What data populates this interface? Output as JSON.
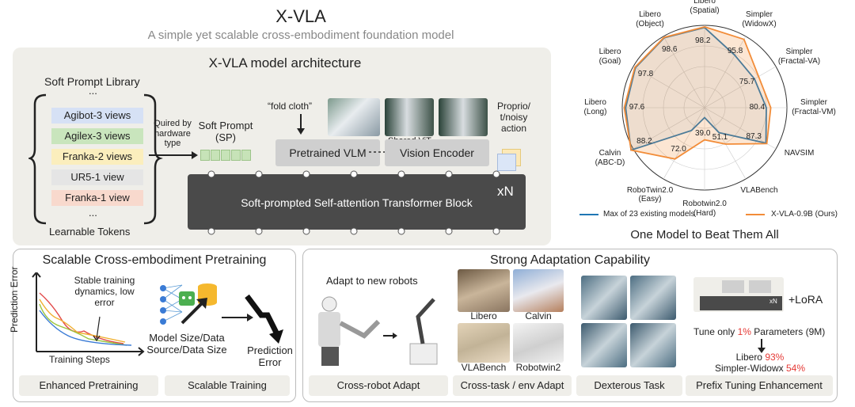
{
  "header": {
    "title": "X-VLA",
    "subtitle": "A simple yet scalable cross-embodiment foundation model"
  },
  "arch": {
    "title": "X-VLA model architecture",
    "library_title": "Soft Prompt Library",
    "ellipsis": "...",
    "views": [
      {
        "label": "Agibot-3 views",
        "color": "#d6e1f5"
      },
      {
        "label": "Agilex-3 views",
        "color": "#c9e5bd"
      },
      {
        "label": "Franka-2 views",
        "color": "#fbeebd"
      },
      {
        "label": "UR5-1 view",
        "color": "#e5e5e5"
      },
      {
        "label": "Franka-1 view",
        "color": "#f8d9cd"
      }
    ],
    "learnable_tokens": "Learnable Tokens",
    "quired_by": "Quired by\nhardware\ntype",
    "soft_prompt": "Soft Prompt\n(SP)",
    "fold_cloth": "“fold cloth”",
    "proprio": "Proprio/\nt/noisy\naction",
    "shared_vit": "Shared ViT",
    "pretrained_vlm": "Pretrained VLM",
    "vision_encoder": "Vision Encoder",
    "transformer": "Soft-prompted Self-attention Transformer Block",
    "xn": "xN"
  },
  "radar": {
    "title": "One Model to Beat Them All",
    "labels": [
      "Libero\n(Spatial)",
      "Simpler\n(WidowX)",
      "Simpler\n(Fractal-VA)",
      "Simpler\n(Fractal-VM)",
      "NAVSIM",
      "VLABench",
      "Robotwin2.0\n(Hard)",
      "RoboTwin2.0\n(Easy)",
      "Calvin\n(ABC-D)",
      "Libero\n(Long)",
      "Libero\n(Goal)",
      "Libero\n(Object)"
    ],
    "values": [
      "98.2",
      "95.8",
      "75.7",
      "80.4",
      "87.3",
      "51.1",
      "39.0",
      "72.0",
      "88.2",
      "97.6",
      "97.8",
      "98.6"
    ],
    "legend_baseline": "Max of 23 existing models",
    "legend_ours": "X-VLA-0.9B (Ours)",
    "color_baseline": "#1f77b4",
    "color_ours": "#f28c38"
  },
  "chart_data": {
    "type": "radar",
    "categories": [
      "Libero (Spatial)",
      "Simpler (WidowX)",
      "Simpler (Fractal-VA)",
      "Simpler (Fractal-VM)",
      "NAVSIM",
      "VLABench",
      "Robotwin2.0 (Hard)",
      "RoboTwin2.0 (Easy)",
      "Calvin (ABC-D)",
      "Libero (Long)",
      "Libero (Goal)",
      "Libero (Object)"
    ],
    "series": [
      {
        "name": "X-VLA-0.9B (Ours)",
        "values": [
          98.2,
          95.8,
          75.7,
          80.4,
          87.3,
          51.1,
          39.0,
          72.0,
          88.2,
          97.6,
          97.8,
          98.6
        ]
      },
      {
        "name": "Max of 23 existing models",
        "values": [
          97.3,
          73.5,
          70.0,
          75.0,
          86.0,
          35.0,
          12.0,
          32.0,
          88.0,
          95.9,
          97.0,
          98.0
        ]
      }
    ],
    "scale_max": [
      100,
      100,
      100,
      100,
      100,
      100,
      100,
      100,
      5,
      100,
      100,
      100
    ]
  },
  "pretrain": {
    "title": "Scalable Cross-embodiment Pretraining",
    "y_label": "Prediction Error",
    "x_label": "Training Steps",
    "annotation": "Stable training\ndynamics, low\nerror",
    "model_size": "Model Size/Data\nSource/Data Size",
    "pred_error": "Prediction\nError",
    "footer1": "Enhanced Pretraining",
    "footer2": "Scalable Training"
  },
  "adapt": {
    "title": "Strong Adaptation Capability",
    "new_robots": "Adapt to new robots",
    "libero": "Libero",
    "calvin": "Calvin",
    "vlabench": "VLABench",
    "robotwin2": "Robotwin2",
    "lora": "+LoRA",
    "tune_prefix": "Tune only ",
    "tune_pct": "1%",
    "tune_suffix": " Parameters (9M)",
    "libero_score_label": "Libero ",
    "libero_score": "93%",
    "simpler_score_label": "Simpler-Widowx ",
    "simpler_score": "54%",
    "xn_small": "xN",
    "footers": [
      "Cross-robot Adapt",
      "Cross-task / env Adapt",
      "Dexterous Task",
      "Prefix Tuning Enhancement"
    ]
  }
}
